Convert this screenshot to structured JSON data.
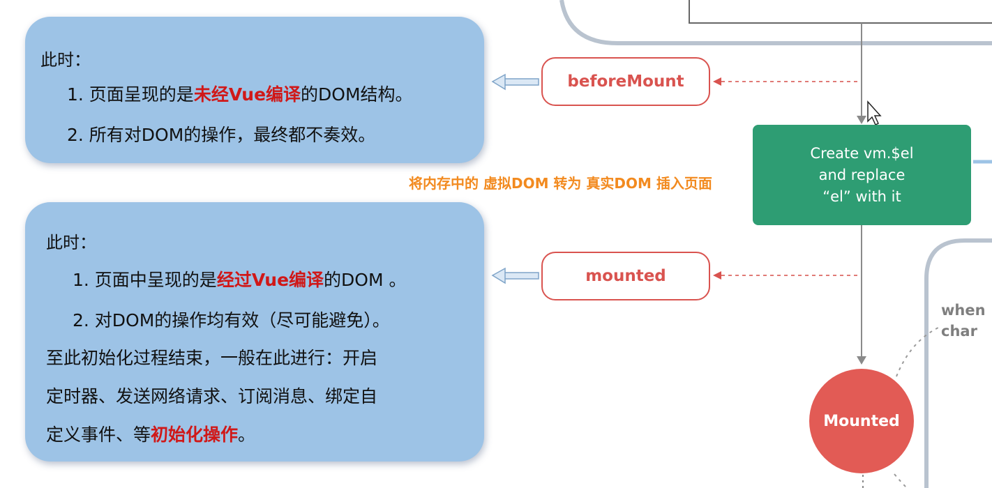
{
  "note_top": {
    "heading": "此时：",
    "line1": {
      "prefix": "1. 页面呈现的是",
      "highlight": "未经Vue编译",
      "suffix": "的DOM结构。"
    },
    "line2": "2. 所有对DOM的操作，最终都不奏效。"
  },
  "note_bottom": {
    "heading": "此时：",
    "line1": {
      "prefix": "1. 页面中呈现的是",
      "highlight": "经过Vue编译",
      "suffix": "的DOM 。"
    },
    "line2": "2. 对DOM的操作均有效（尽可能避免）。",
    "line3": "至此初始化过程结束，一般在此进行：开启",
    "line4": "定时器、发送网络请求、订阅消息、绑定自",
    "line5": {
      "prefix": "定义事件、等",
      "highlight": "初始化操作",
      "suffix": "。"
    }
  },
  "hooks": {
    "before_mount": "beforeMount",
    "mounted": "mounted"
  },
  "create_box": {
    "line1": "Create vm.$el",
    "line2": "and replace",
    "line3": "“el” with it"
  },
  "caption": "将内存中的 虚拟DOM 转为 真实DOM 插入页面",
  "mounted_state": "Mounted",
  "when_label": {
    "line1": "when",
    "line2": "char"
  },
  "colors": {
    "note_bg": "#9dc3e6",
    "highlight": "#d01818",
    "hook": "#d9534f",
    "create_box": "#2e9d73",
    "mounted_circle": "#e25b55",
    "caption": "#f28a1f"
  }
}
